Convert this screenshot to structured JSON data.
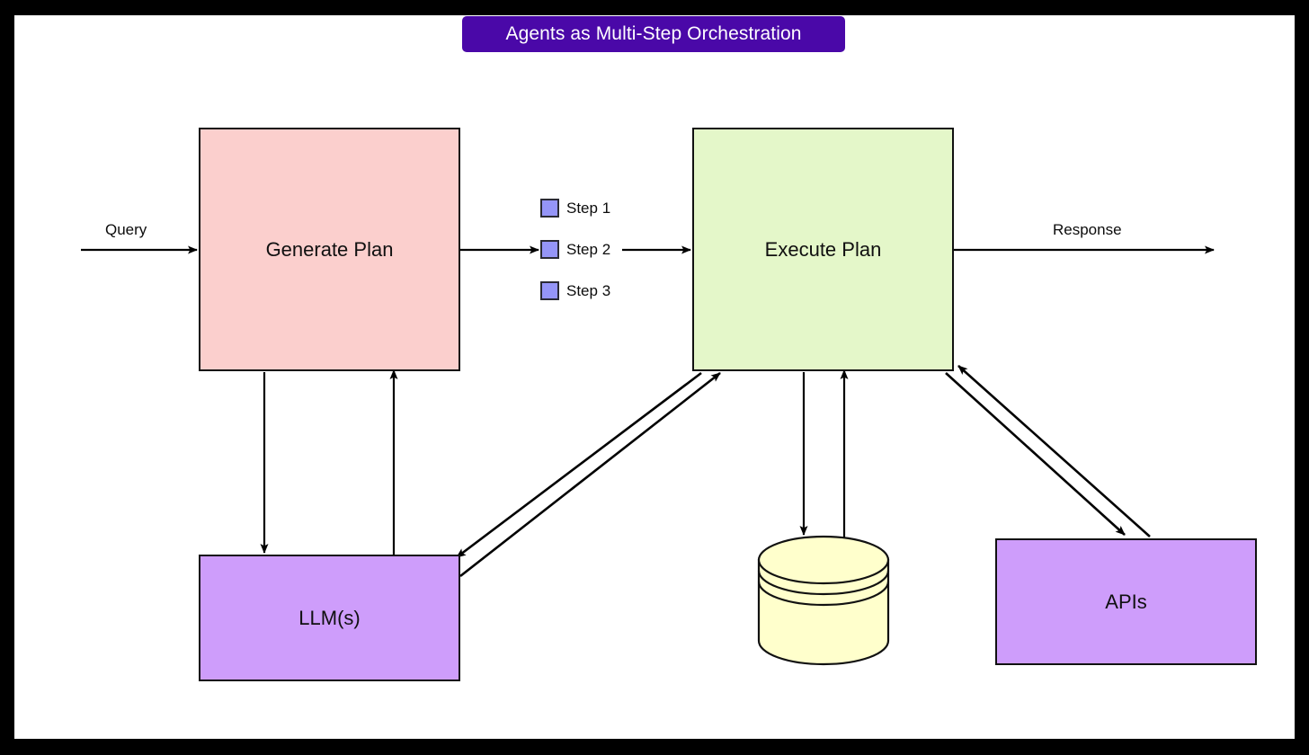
{
  "title": {
    "text": "Agents as Multi-Step Orchestration",
    "background_color": "#4A08A8",
    "text_color": "#FFFFFF"
  },
  "canvas": {
    "background_color": "#FFFFFF",
    "frame_color": "#000000"
  },
  "nodes": {
    "generate_plan": {
      "label": "Generate Plan",
      "color": "#FBCFCD",
      "shape": "rectangle"
    },
    "execute_plan": {
      "label": "Execute Plan",
      "color": "#E4F7C9",
      "shape": "rectangle"
    },
    "llms": {
      "label": "LLM(s)",
      "color": "#CE9DFB",
      "shape": "rectangle"
    },
    "apis": {
      "label": "APIs",
      "color": "#CE9DFB",
      "shape": "rectangle"
    },
    "database": {
      "label": "",
      "color": "#FFFFCC",
      "shape": "cylinder"
    }
  },
  "steps": [
    {
      "label": "Step 1",
      "color": "#9595F8"
    },
    {
      "label": "Step 2",
      "color": "#9595F8"
    },
    {
      "label": "Step 3",
      "color": "#9595F8"
    }
  ],
  "edges": {
    "query_label": "Query",
    "response_label": "Response"
  },
  "flow": {
    "arrows": [
      {
        "from": "input",
        "to": "generate_plan",
        "label": "Query",
        "direction": "right"
      },
      {
        "from": "generate_plan",
        "to": "step_2",
        "label": "",
        "direction": "right"
      },
      {
        "from": "step_2",
        "to": "execute_plan",
        "label": "",
        "direction": "right"
      },
      {
        "from": "execute_plan",
        "to": "output",
        "label": "Response",
        "direction": "right"
      },
      {
        "from": "generate_plan",
        "to": "llms",
        "label": "",
        "direction": "down"
      },
      {
        "from": "llms",
        "to": "generate_plan",
        "label": "",
        "direction": "up"
      },
      {
        "from": "execute_plan",
        "to": "llms",
        "label": "",
        "direction": "down-left"
      },
      {
        "from": "llms",
        "to": "execute_plan",
        "label": "",
        "direction": "up-right"
      },
      {
        "from": "execute_plan",
        "to": "database",
        "label": "",
        "direction": "down"
      },
      {
        "from": "database",
        "to": "execute_plan",
        "label": "",
        "direction": "up"
      },
      {
        "from": "execute_plan",
        "to": "apis",
        "label": "",
        "direction": "down-right"
      },
      {
        "from": "apis",
        "to": "execute_plan",
        "label": "",
        "direction": "up-left"
      }
    ]
  }
}
